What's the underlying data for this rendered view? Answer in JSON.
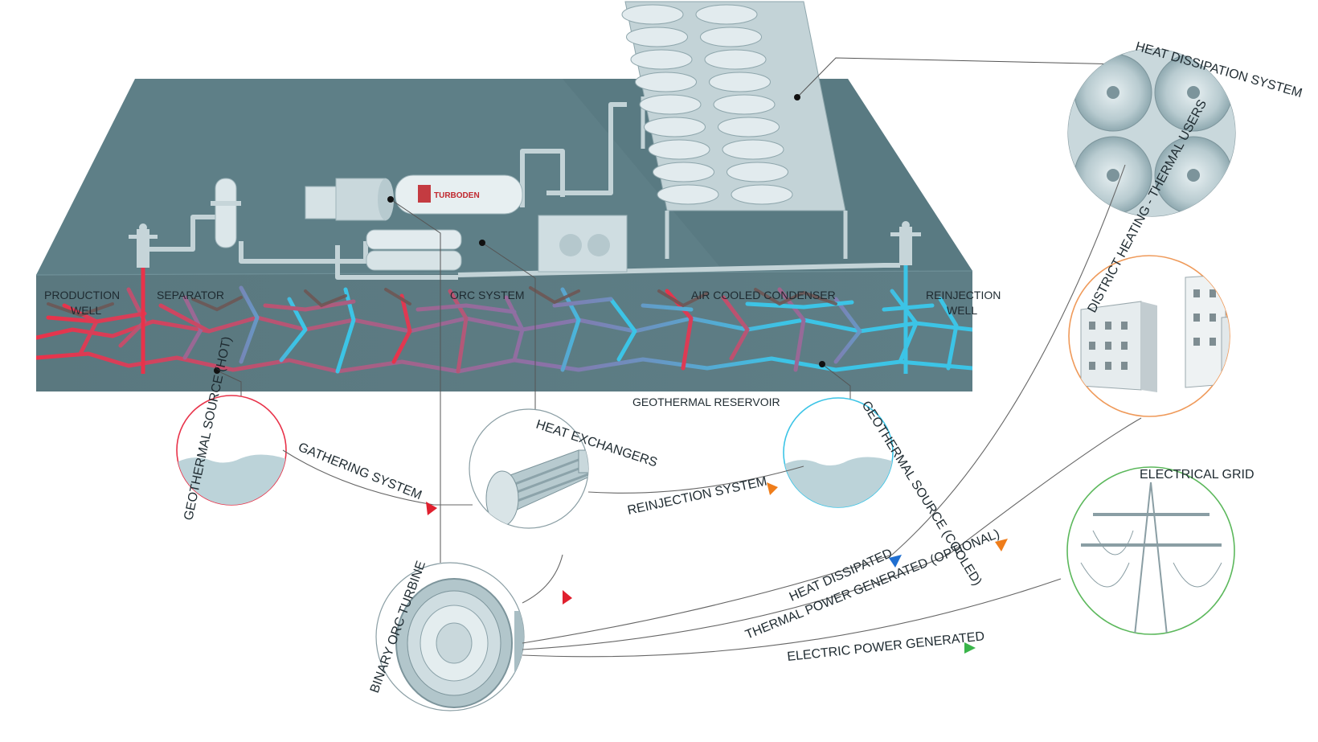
{
  "plant_labels": {
    "production_well_line1": "PRODUCTION",
    "production_well_line2": "WELL",
    "separator": "SEPARATOR",
    "orc_system": "ORC SYSTEM",
    "air_cooled_condenser": "AIR COOLED CONDENSER",
    "reinjection_well_line1": "REINJECTION",
    "reinjection_well_line2": "WELL",
    "geothermal_reservoir": "GEOTHERMAL RESERVOIR",
    "brand_logo": "TURBODEN"
  },
  "components": {
    "geothermal_source_hot": "GEOTHERMAL SOURCE (HOT)",
    "heat_exchangers": "HEAT EXCHANGERS",
    "geothermal_source_cooled": "GEOTHERMAL SOURCE (COOLED)",
    "binary_orc_turbine": "BINARY ORC TURBINE",
    "heat_dissipation_system": "HEAT DISSIPATION SYSTEM",
    "district_heating": "DISTRICT HEATING - THERMAL USERS",
    "electrical_grid": "ELECTRICAL GRID"
  },
  "flows": {
    "gathering_system": "GATHERING SYSTEM",
    "reinjection_system": "REINJECTION SYSTEM",
    "heat_dissipated": "HEAT DISSIPATED",
    "thermal_power": "THERMAL POWER GENERATED (OPTIONAL)",
    "electric_power": "ELECTRIC POWER GENERATED"
  },
  "colors": {
    "ground_top": "#5c7c84",
    "ground_front": "#56757d",
    "hot": "#e8334a",
    "cold": "#3cc4e6",
    "heat_arrow": "#1f6fd1",
    "thermal_arrow": "#ef7d1a",
    "electric_arrow": "#3ab54a",
    "reinjection_arrow": "#ef7d1a",
    "gathering_arrow": "#e0202e"
  }
}
